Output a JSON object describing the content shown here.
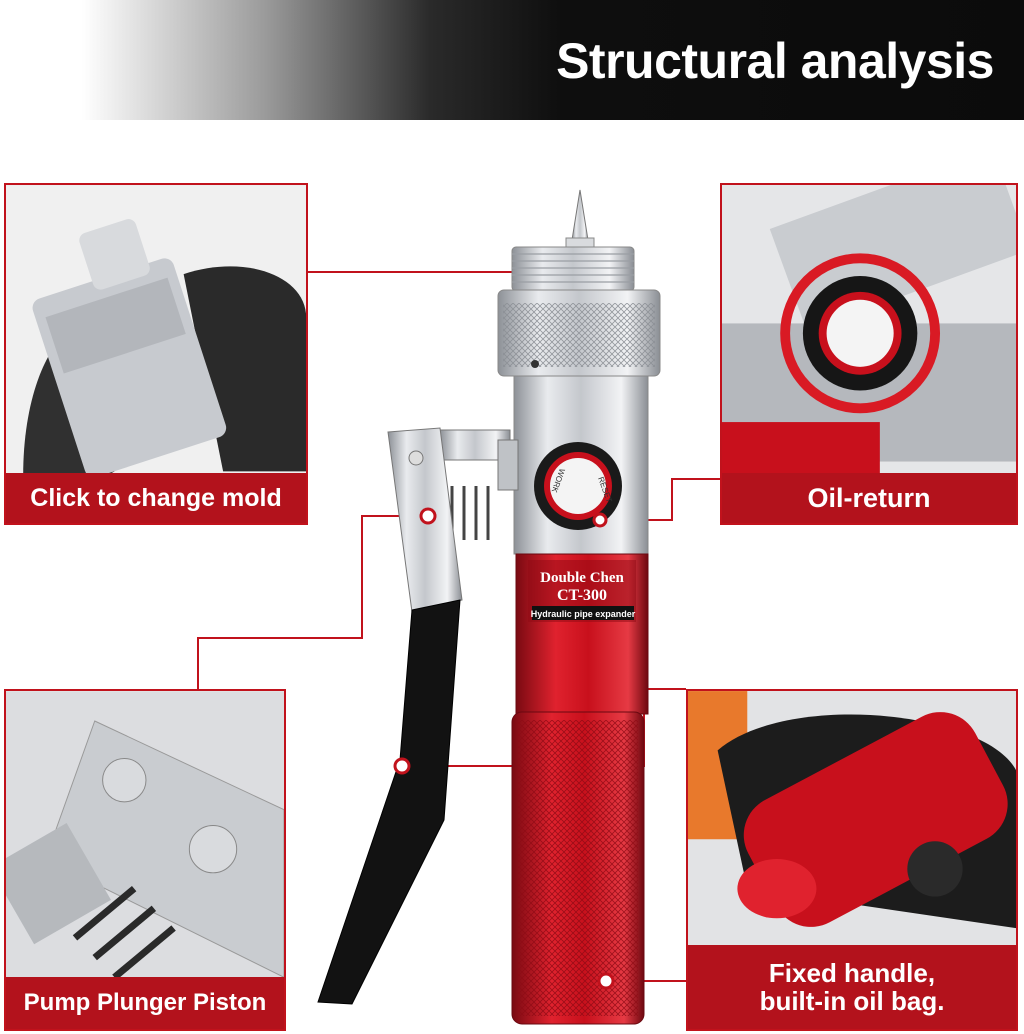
{
  "header": {
    "title": "Structural analysis"
  },
  "product": {
    "brand": "Double Chen",
    "model": "CT-300",
    "description": "Hydraulic pipe expander",
    "knob_text_reset": "RESET",
    "knob_text_work": "WORK"
  },
  "callouts": {
    "mold": {
      "label": "Click to change mold"
    },
    "oil": {
      "label": "Oil-return"
    },
    "pump": {
      "label": "Pump Plunger Piston"
    },
    "handle": {
      "line1": "Fixed handle,",
      "line2": "built-in oil bag."
    }
  },
  "colors": {
    "accent_red": "#b3121c",
    "leader_red": "#c1121c",
    "body_red": "#c8101c",
    "silver": "#c9ccd0",
    "header_dark": "#0b0b0b"
  }
}
